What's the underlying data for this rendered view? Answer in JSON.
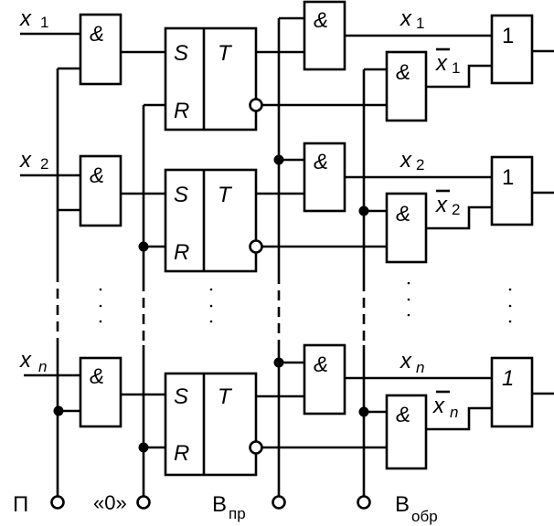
{
  "diagram": {
    "type": "logic-circuit",
    "description": "Register with forward and inverse code output",
    "rows": [
      {
        "input_label": "x",
        "input_sub": "1",
        "and_in_label": "&",
        "trigger_set_label": "S",
        "trigger_reset_label": "R",
        "trigger_type_label": "T",
        "and_fwd_label": "&",
        "and_inv_label": "&",
        "fwd_out_label": "x",
        "fwd_out_sub": "1",
        "inv_out_label": "x",
        "inv_out_sub": "1",
        "or_label": "1",
        "sub_italic": false
      },
      {
        "input_label": "x",
        "input_sub": "2",
        "and_in_label": "&",
        "trigger_set_label": "S",
        "trigger_reset_label": "R",
        "trigger_type_label": "T",
        "and_fwd_label": "&",
        "and_inv_label": "&",
        "fwd_out_label": "x",
        "fwd_out_sub": "2",
        "inv_out_label": "x",
        "inv_out_sub": "2",
        "or_label": "1",
        "sub_italic": false
      },
      {
        "input_label": "x",
        "input_sub": "n",
        "and_in_label": "&",
        "trigger_set_label": "S",
        "trigger_reset_label": "R",
        "trigger_type_label": "T",
        "and_fwd_label": "&",
        "and_inv_label": "&",
        "fwd_out_label": "x",
        "fwd_out_sub": "n",
        "inv_out_label": "x",
        "inv_out_sub": "n",
        "or_label": "1",
        "sub_italic": true
      }
    ],
    "terminals": {
      "p": {
        "label": "П",
        "sub": ""
      },
      "zero": {
        "label": "«0»",
        "sub": ""
      },
      "fwd": {
        "label": "В",
        "sub": "пр"
      },
      "inv": {
        "label": "В",
        "sub": "обр"
      }
    },
    "ellipsis": "⋮"
  }
}
